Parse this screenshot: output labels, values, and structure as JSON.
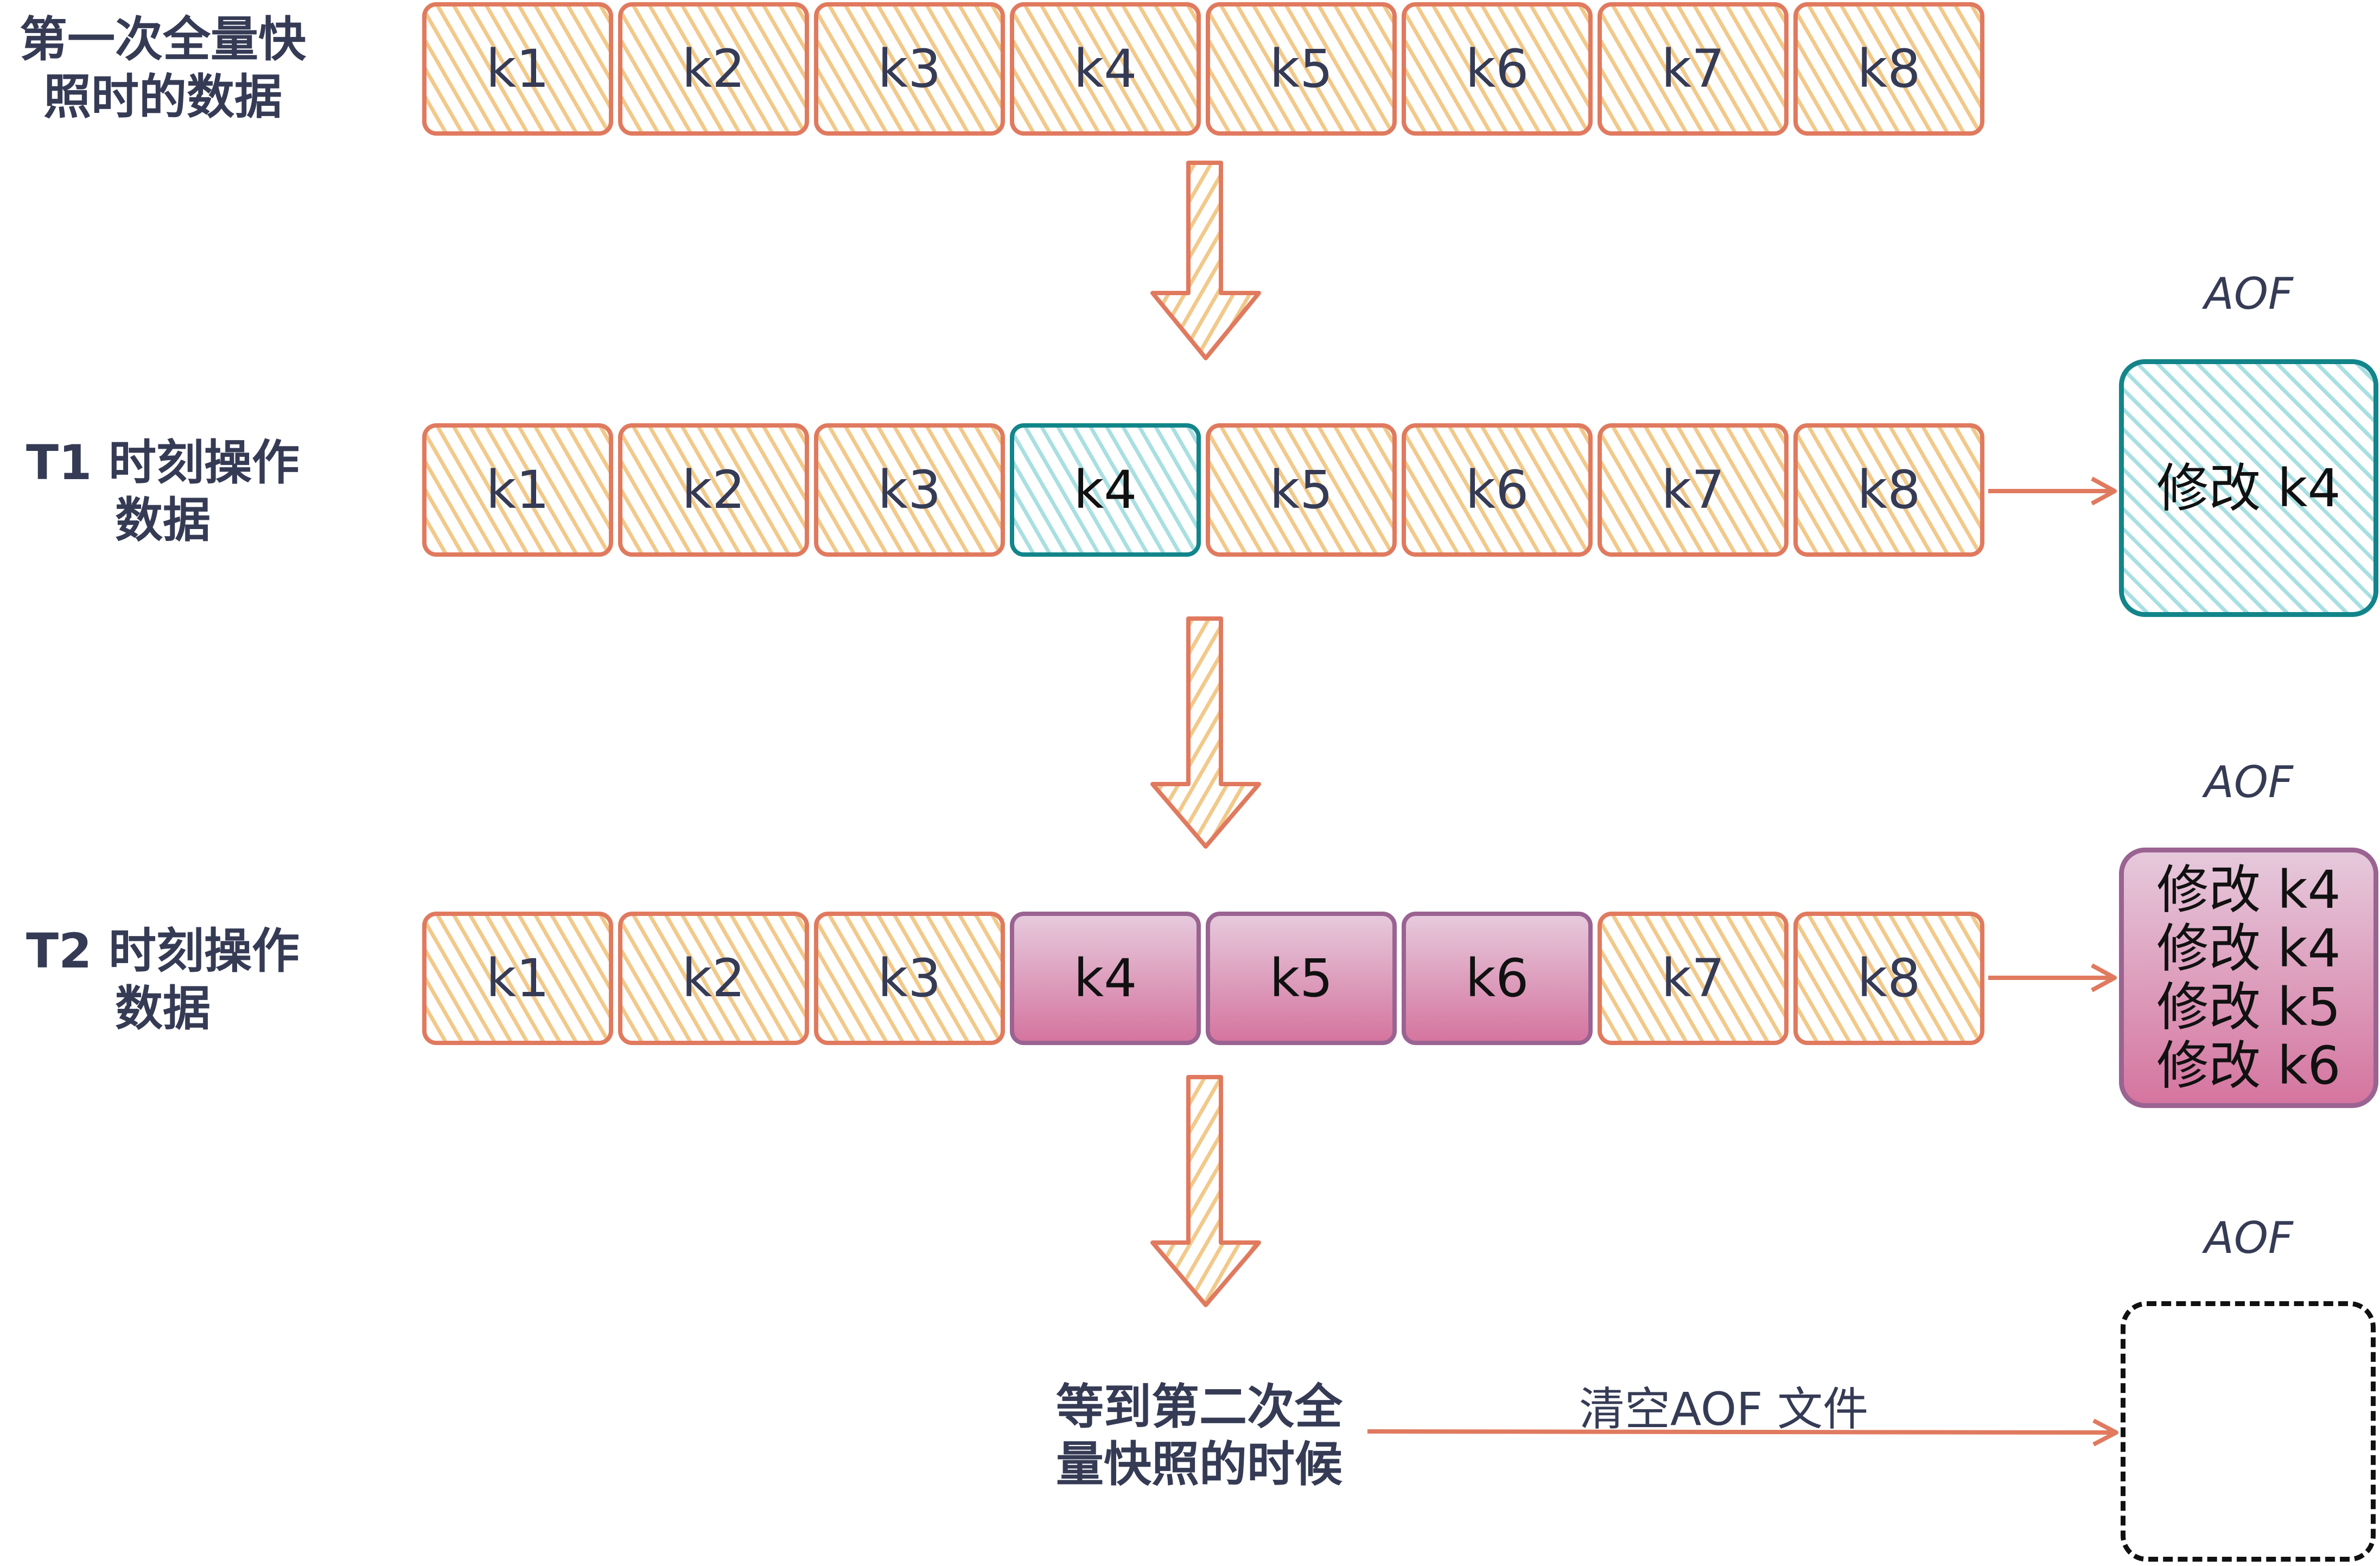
{
  "stages": [
    {
      "label_lines": [
        "第一次全量快",
        "照时的数据"
      ],
      "keys": [
        {
          "name": "k1",
          "state": "unchanged"
        },
        {
          "name": "k2",
          "state": "unchanged"
        },
        {
          "name": "k3",
          "state": "unchanged"
        },
        {
          "name": "k4",
          "state": "unchanged"
        },
        {
          "name": "k5",
          "state": "unchanged"
        },
        {
          "name": "k6",
          "state": "unchanged"
        },
        {
          "name": "k7",
          "state": "unchanged"
        },
        {
          "name": "k8",
          "state": "unchanged"
        }
      ]
    },
    {
      "label_lines": [
        "T1  时刻操作",
        "数据"
      ],
      "keys": [
        {
          "name": "k1",
          "state": "unchanged"
        },
        {
          "name": "k2",
          "state": "unchanged"
        },
        {
          "name": "k3",
          "state": "unchanged"
        },
        {
          "name": "k4",
          "state": "modified-t1"
        },
        {
          "name": "k5",
          "state": "unchanged"
        },
        {
          "name": "k6",
          "state": "unchanged"
        },
        {
          "name": "k7",
          "state": "unchanged"
        },
        {
          "name": "k8",
          "state": "unchanged"
        }
      ],
      "aof": {
        "title": "AOF",
        "entries": [
          "修改 k4"
        ]
      }
    },
    {
      "label_lines": [
        "T2  时刻操作",
        "数据"
      ],
      "keys": [
        {
          "name": "k1",
          "state": "unchanged"
        },
        {
          "name": "k2",
          "state": "unchanged"
        },
        {
          "name": "k3",
          "state": "unchanged"
        },
        {
          "name": "k4",
          "state": "modified-t2"
        },
        {
          "name": "k5",
          "state": "modified-t2"
        },
        {
          "name": "k6",
          "state": "modified-t2"
        },
        {
          "name": "k7",
          "state": "unchanged"
        },
        {
          "name": "k8",
          "state": "unchanged"
        }
      ],
      "aof": {
        "title": "AOF",
        "entries": [
          "修改 k4",
          "修改 k4",
          "修改 k5",
          "修改 k6"
        ]
      }
    }
  ],
  "final": {
    "label_lines": [
      "等到第二次全",
      "量快照的时候"
    ],
    "arrow_caption": "清空AOF 文件",
    "aof": {
      "title": "AOF",
      "entries": []
    }
  },
  "colors": {
    "orange_stroke": "#e07a5f",
    "orange_fill": "#f2c98a",
    "teal_stroke": "#12858a",
    "teal_fill": "#a8dfe2",
    "pink_stroke": "#9a6392",
    "pink_fill_top": "#e6c9dc",
    "pink_fill_bottom": "#d5759f",
    "text_dark": "#363b55"
  }
}
